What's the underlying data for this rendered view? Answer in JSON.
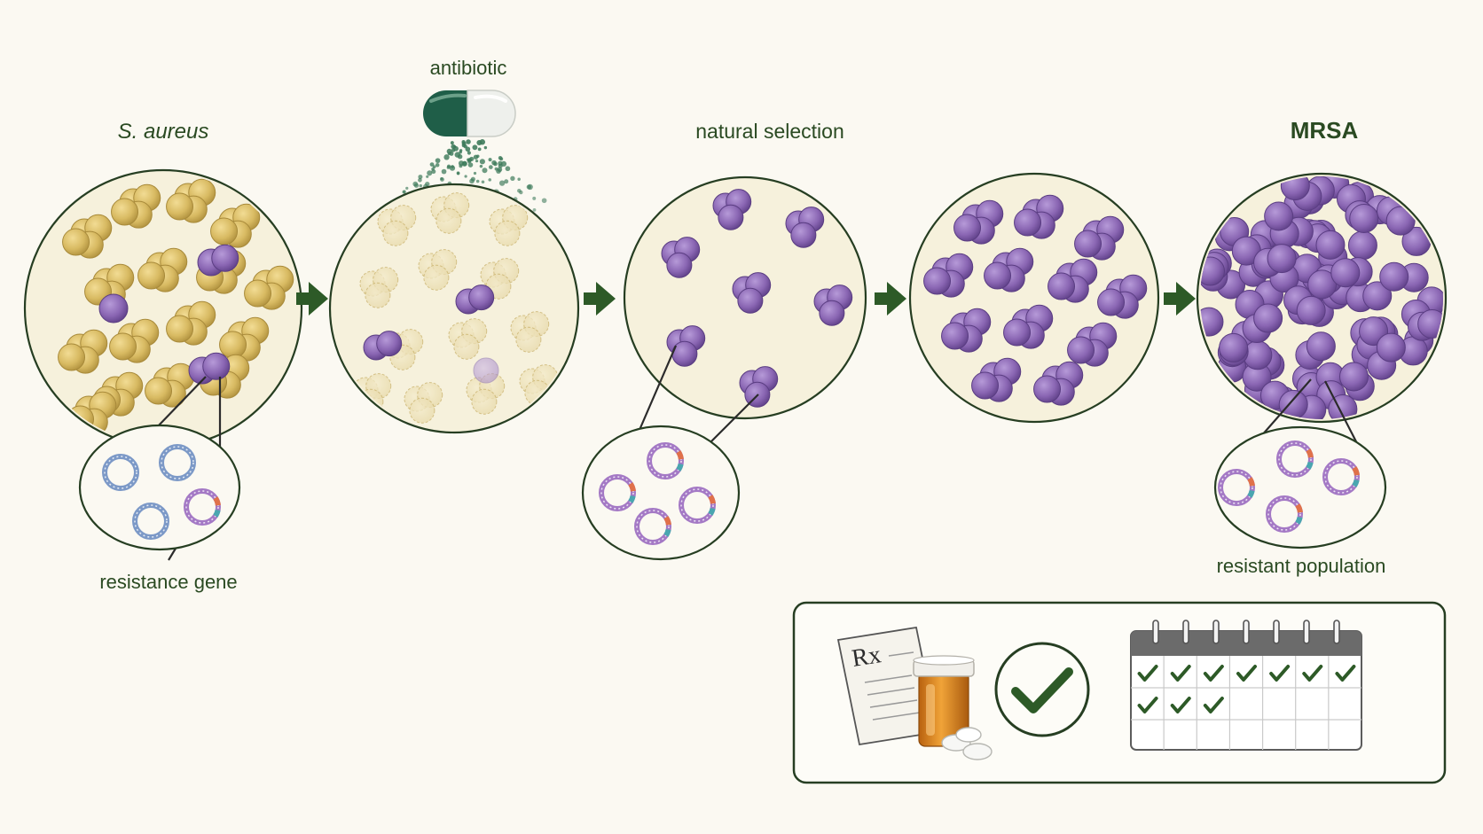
{
  "labels": {
    "antibiotic": "antibiotic",
    "s_aureus": "S. aureus",
    "natural_selection": "natural selection",
    "mrsa": "MRSA",
    "resistance_gene": "resistance gene",
    "resistant_population": "resistant population"
  },
  "panel": {
    "rx": "Rx",
    "calendar": {
      "days_per_row": 7,
      "rows": 2,
      "checked_count": 10
    }
  },
  "colors": {
    "background": "#fbf9f2",
    "accent": "#2d5a27",
    "susceptible": "#d6b85e",
    "resistant": "#8a66b3",
    "plasmid_normal": "#6e8ec2",
    "plasmid_resistant": "#9a6ac0",
    "pill_green": "#1f5e48"
  },
  "icons": {
    "arrow": "arrow-right-icon",
    "capsule": "capsule-icon",
    "prescription": "prescription-icon",
    "pill_bottle": "pill-bottle-icon",
    "tablets": "tablets-icon",
    "check": "check-circle-icon",
    "calendar": "calendar-icon"
  }
}
